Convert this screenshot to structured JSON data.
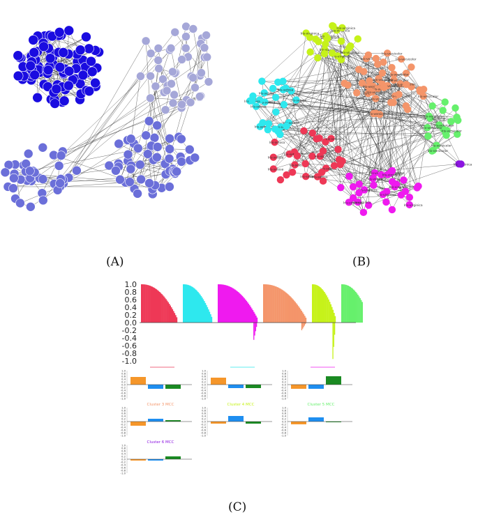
{
  "captions": {
    "a": "(A)",
    "b": "(B)",
    "c": "(C)"
  },
  "colors": {
    "a_dark": "#1a0ce0",
    "a_mid": "#6b6fd9",
    "a_light": "#a5a7d8",
    "a_gray": "#b0b0bb",
    "c1": "#ee3856",
    "c2": "#2ee8ee",
    "c3": "#ef1aef",
    "c4": "#f4956a",
    "c5": "#c6f21a",
    "c6": "#66f06c",
    "c7": "#8b14e0",
    "bar_orange": "#f5962a",
    "bar_blue": "#1e8ef0",
    "bar_green": "#1a8a22"
  },
  "network_b": {
    "labels": [
      "Iris-setosa",
      "Iris-versicolor",
      "Iris-virginica"
    ]
  },
  "silhouette": {
    "yticks": [
      "1.0",
      "0.8",
      "0.6",
      "0.4",
      "0.2",
      "0.0",
      "-0.2",
      "-0.4",
      "-0.6",
      "-0.8",
      "-1.0"
    ]
  },
  "mcc": {
    "titles": [
      "Cluster 3 MCC",
      "Cluster 4 MCC",
      "Cluster 5 MCC",
      "Cluster 6 MCC"
    ],
    "yticks": [
      "1.0",
      "0.8",
      "0.6",
      "0.4",
      "0.2",
      "0.0",
      "-0.2",
      "-0.4",
      "-0.6",
      "-0.8",
      "-1.0"
    ],
    "panels": [
      {
        "values": [
          0.55,
          -0.3,
          -0.3
        ]
      },
      {
        "values": [
          0.5,
          -0.25,
          -0.25
        ]
      },
      {
        "values": [
          -0.3,
          -0.3,
          0.6
        ]
      },
      {
        "values": [
          -0.3,
          0.2,
          0.1
        ]
      },
      {
        "values": [
          -0.15,
          0.4,
          -0.15
        ]
      },
      {
        "values": [
          -0.2,
          0.3,
          -0.05
        ]
      },
      {
        "values": [
          -0.1,
          -0.1,
          0.2
        ]
      }
    ]
  }
}
